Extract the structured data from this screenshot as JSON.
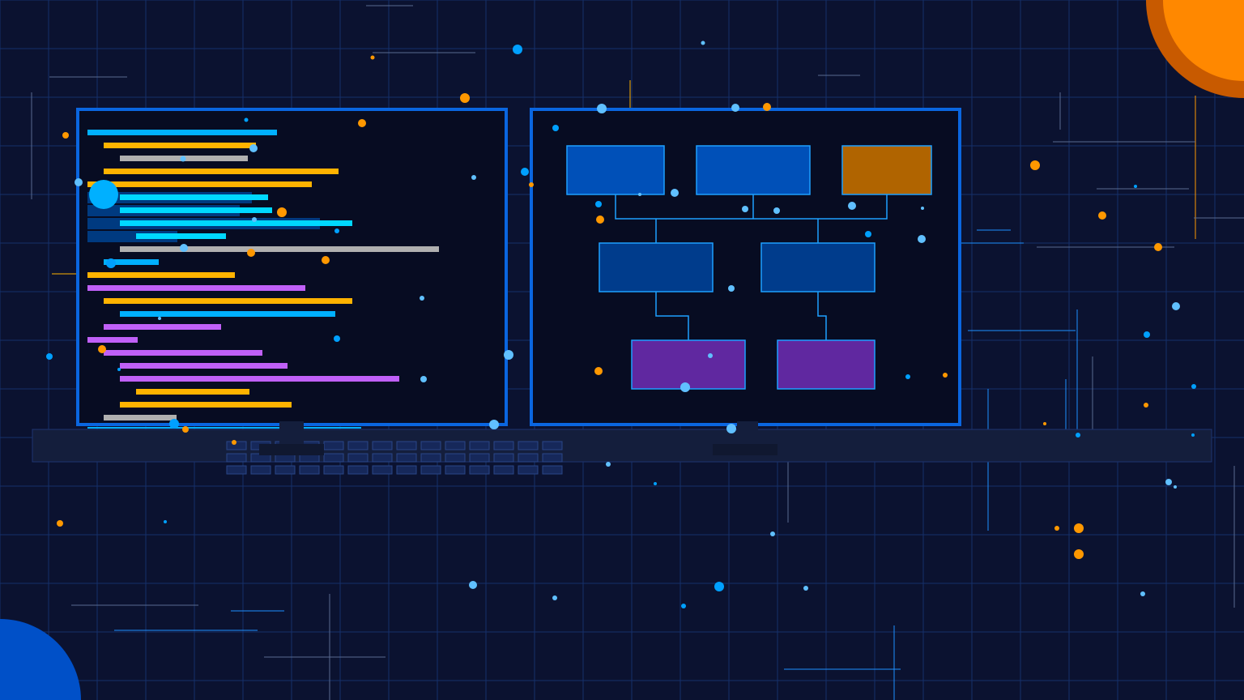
{
  "colors": {
    "background": "#0b1230",
    "grid": "#16306a",
    "monitor_frame": "#0a66e0",
    "screen": "#070c22",
    "code_blue": "#00b0ff",
    "code_cyan": "#00d8ff",
    "code_orange": "#ffb300",
    "code_gray": "#b0b0b0",
    "code_purple": "#c060f8",
    "code_highlight": "#003a80",
    "node_blue": "#0050b8",
    "node_navy": "#003c8c",
    "node_orange": "#b06400",
    "node_purple": "#6028a0",
    "connector": "#1ea0ff",
    "keyboard": "#141e3c",
    "sun": "#ff8800",
    "sun_shadow": "#c85a00",
    "corner_circle": "#0050c8"
  },
  "icons": [
    "code-editor-monitor",
    "flowchart-monitor",
    "keyboard"
  ]
}
